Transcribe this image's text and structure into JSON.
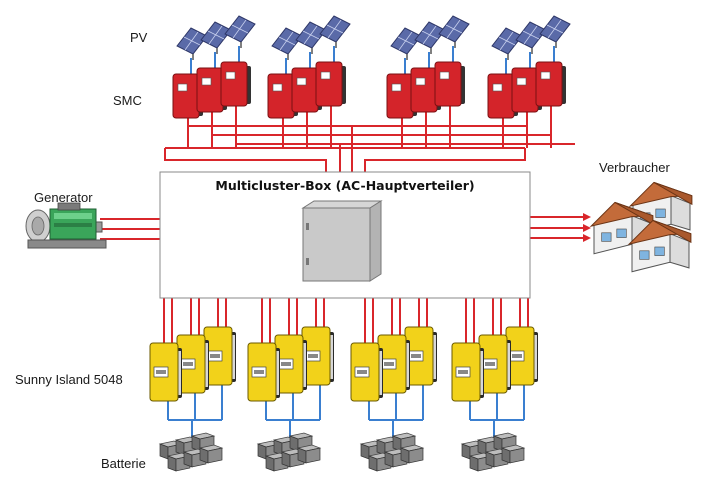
{
  "labels": {
    "pv": "PV",
    "smc": "SMC",
    "generator": "Generator",
    "box_title": "Multicluster-Box (AC-Hauptverteiler)",
    "consumer": "Verbraucher",
    "sunny_island": "Sunny Island 5048",
    "battery": "Batterie"
  },
  "colors": {
    "ac_line": "#d9262b",
    "dc_line": "#3a7fd0",
    "smc_body": "#d4242a",
    "sunny_island_body": "#f2d21a",
    "generator_body": "#3aa55a",
    "solar_panel": "#5a6aa8",
    "roof": "#c36b3a"
  },
  "icons": [
    "solar-panel-icon",
    "smc-inverter-icon",
    "generator-icon",
    "cabinet-icon",
    "house-icon",
    "sunny-island-inverter-icon",
    "battery-icon"
  ]
}
